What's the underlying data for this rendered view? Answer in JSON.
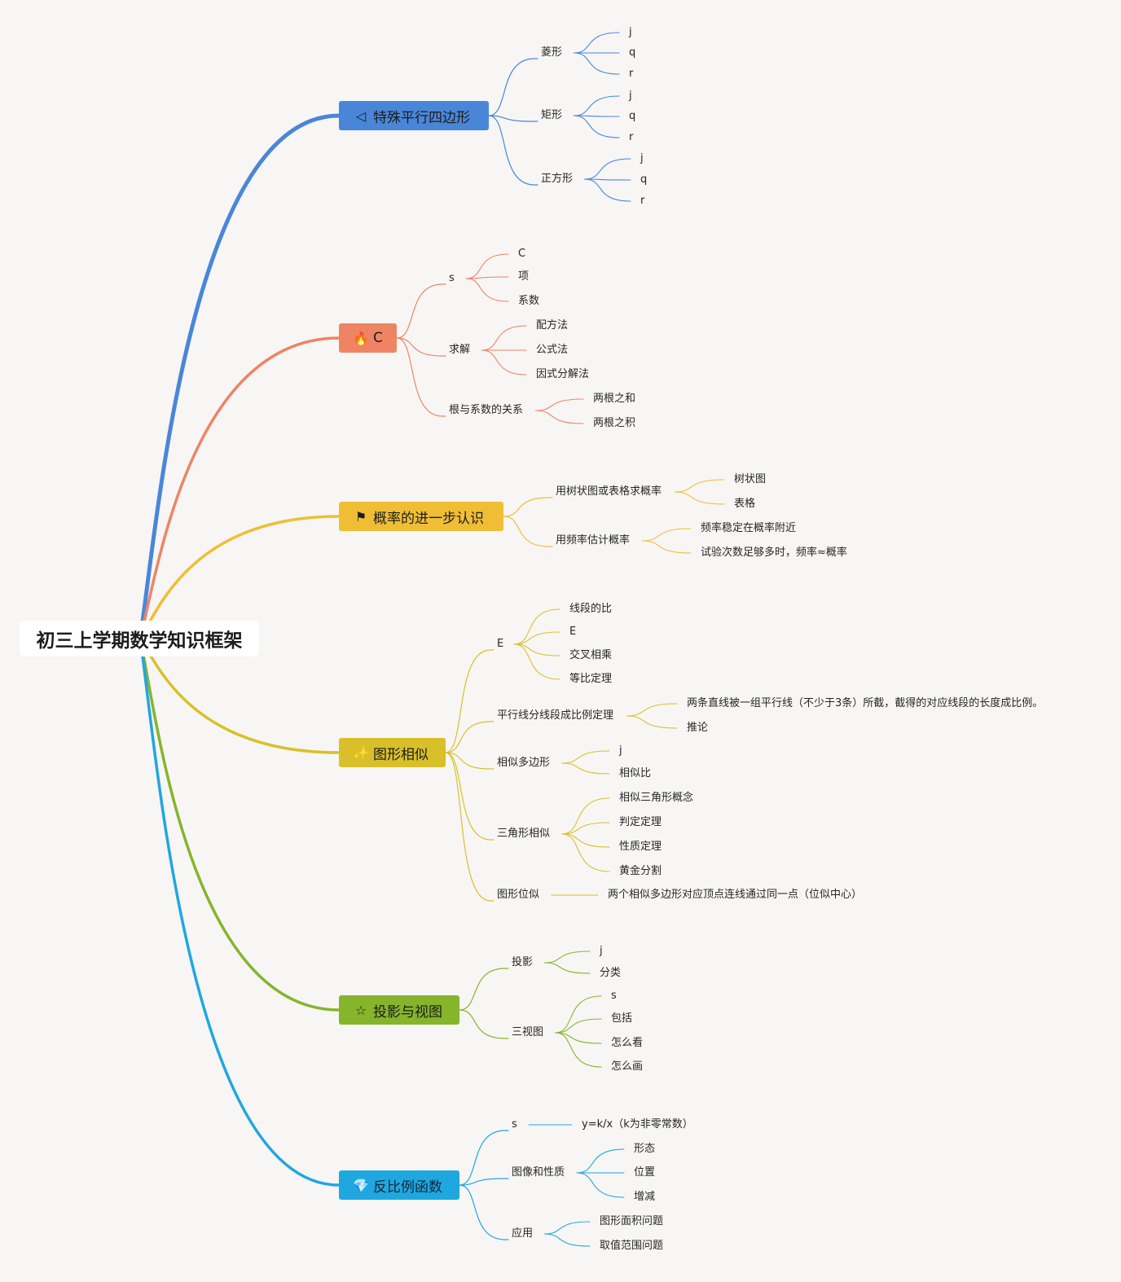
{
  "root": {
    "label": "初三上学期数学知识框架"
  },
  "colors": {
    "blue": "#4a86d8",
    "orange": "#ef8464",
    "yellow": "#f0be35",
    "olive": "#d9c02a",
    "green": "#86b52b",
    "sky": "#1fa7e0"
  },
  "branches": [
    {
      "id": "b1",
      "label": "特殊平行四边形",
      "icon": "send-icon",
      "glyph": "◁",
      "color": "blue",
      "children": [
        {
          "label": "菱形",
          "children": [
            "j",
            "q",
            "r"
          ]
        },
        {
          "label": "矩形",
          "children": [
            "j",
            "q",
            "r"
          ]
        },
        {
          "label": "正方形",
          "children": [
            "j",
            "q",
            "r"
          ]
        }
      ]
    },
    {
      "id": "b2",
      "label": "C",
      "icon": "flame-icon",
      "glyph": "🔥",
      "color": "orange",
      "children": [
        {
          "label": "s",
          "children": [
            "C",
            "项",
            "系数"
          ]
        },
        {
          "label": "求解",
          "children": [
            "配方法",
            "公式法",
            "因式分解法"
          ]
        },
        {
          "label": "根与系数的关系",
          "children": [
            "两根之和",
            "两根之积"
          ]
        }
      ]
    },
    {
      "id": "b3",
      "label": "概率的进一步认识",
      "icon": "flag-icon",
      "glyph": "⚑",
      "color": "yellow",
      "children": [
        {
          "label": "用树状图或表格求概率",
          "children": [
            "树状图",
            "表格"
          ]
        },
        {
          "label": "用频率估计概率",
          "children": [
            "频率稳定在概率附近",
            "试验次数足够多时，频率≈概率"
          ]
        }
      ]
    },
    {
      "id": "b4",
      "label": "图形相似",
      "icon": "magic-wand-icon",
      "glyph": "✨",
      "color": "olive",
      "children": [
        {
          "label": "E",
          "children": [
            "线段的比",
            "E",
            "交叉相乘",
            "等比定理"
          ]
        },
        {
          "label": "平行线分线段成比例定理",
          "children": [
            "两条直线被一组平行线（不少于3条）所截，截得的对应线段的长度成比例。",
            "推论"
          ]
        },
        {
          "label": "相似多边形",
          "children": [
            "j",
            "相似比"
          ]
        },
        {
          "label": "三角形相似",
          "children": [
            "相似三角形概念",
            "判定定理",
            "性质定理",
            "黄金分割"
          ]
        },
        {
          "label": "图形位似",
          "children": [
            "两个相似多边形对应顶点连线通过同一点（位似中心）"
          ]
        }
      ]
    },
    {
      "id": "b5",
      "label": "投影与视图",
      "icon": "star-icon",
      "glyph": "☆",
      "color": "green",
      "children": [
        {
          "label": "投影",
          "children": [
            "j",
            "分类"
          ]
        },
        {
          "label": "三视图",
          "children": [
            "s",
            "包括",
            "怎么看",
            "怎么画"
          ]
        }
      ]
    },
    {
      "id": "b6",
      "label": "反比例函数",
      "icon": "diamond-icon",
      "glyph": "💎",
      "color": "sky",
      "children": [
        {
          "label": "s",
          "children": [
            "y=k/x（k为非零常数）"
          ]
        },
        {
          "label": "图像和性质",
          "children": [
            "形态",
            "位置",
            "增减"
          ]
        },
        {
          "label": "应用",
          "children": [
            "图形面积问题",
            "取值范围问题"
          ]
        }
      ]
    }
  ]
}
